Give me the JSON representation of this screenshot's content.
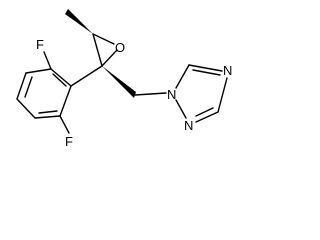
{
  "molecule": {
    "atom_labels": {
      "fluorine_top": "F",
      "fluorine_bottom": "F",
      "oxygen": "O",
      "triazole_n1": "N",
      "triazole_n2": "N",
      "triazole_n4": "N"
    }
  },
  "colors": {
    "bond": "#000000",
    "label": "#000000",
    "background": "#ffffff"
  }
}
